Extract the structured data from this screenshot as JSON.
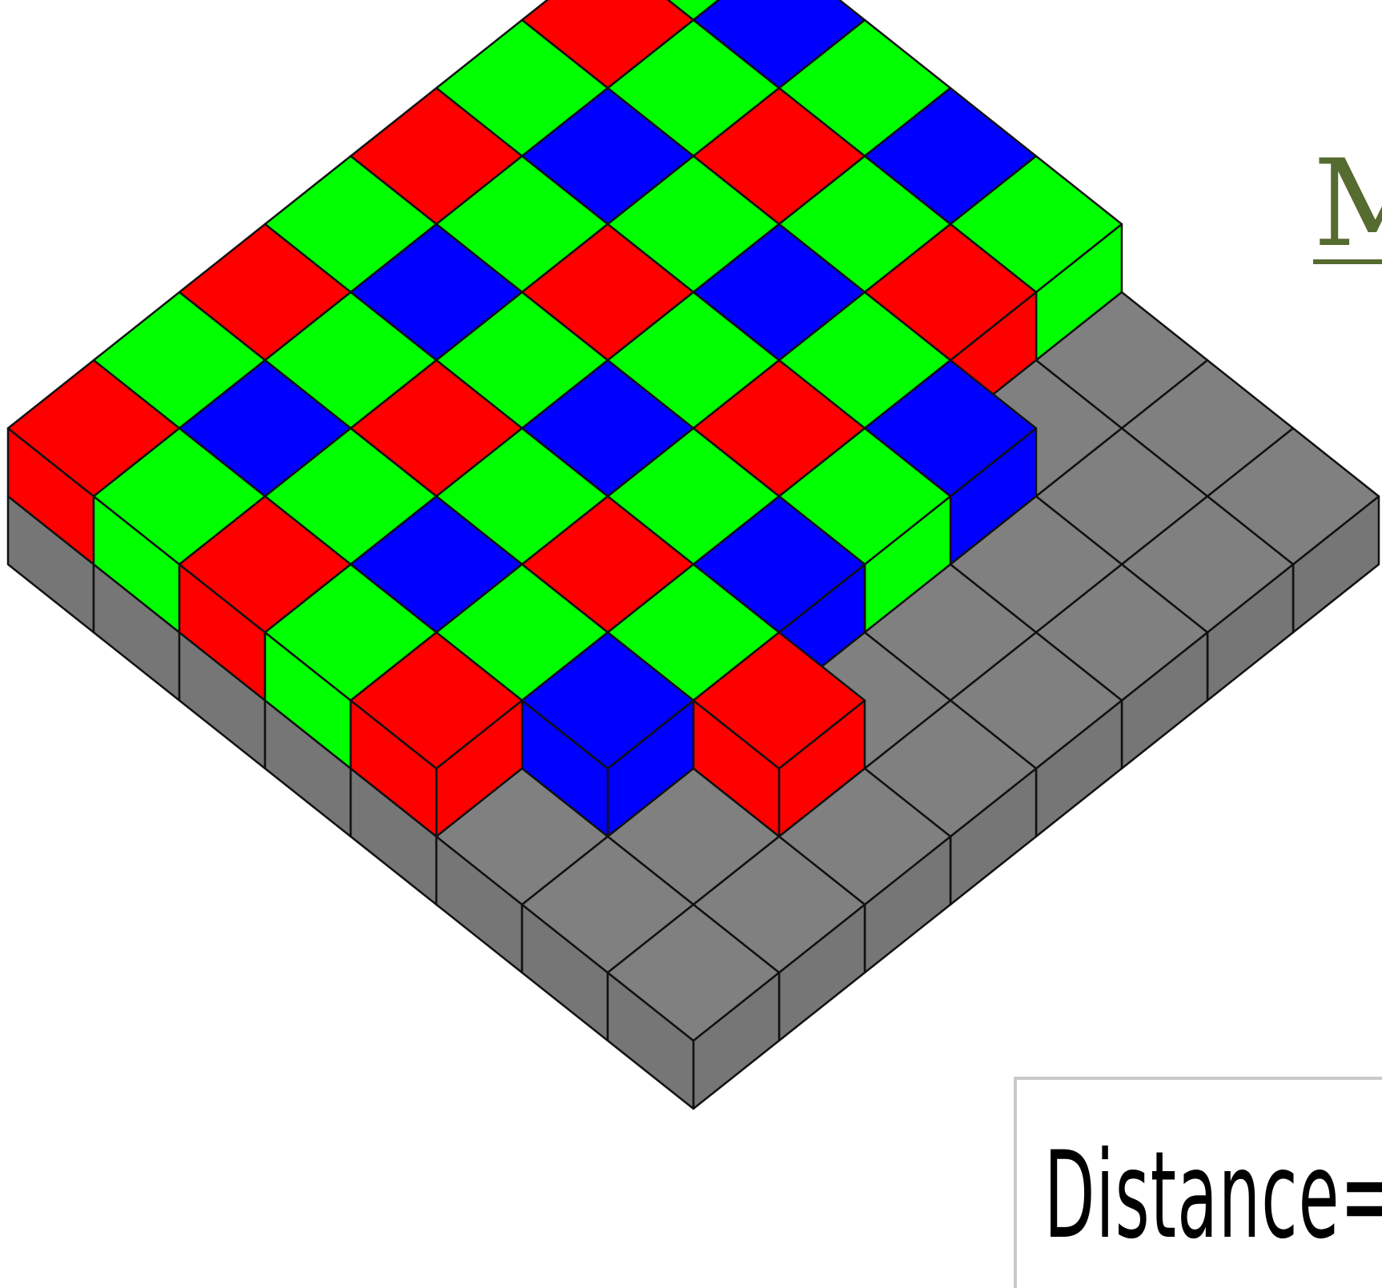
{
  "title_fragment": "M",
  "caption_fragment": "Distance=",
  "colors": {
    "red": "#ff0000",
    "green": "#00ff00",
    "blue": "#0000ff",
    "gray": "#808080",
    "edge": "#111111",
    "title": "#556b2f"
  },
  "filter_pattern": {
    "name": "bayer-mosaic",
    "rows": 8,
    "cols": 8,
    "color_layout": [
      [
        "G",
        "B"
      ],
      [
        "R",
        "G"
      ]
    ]
  }
}
